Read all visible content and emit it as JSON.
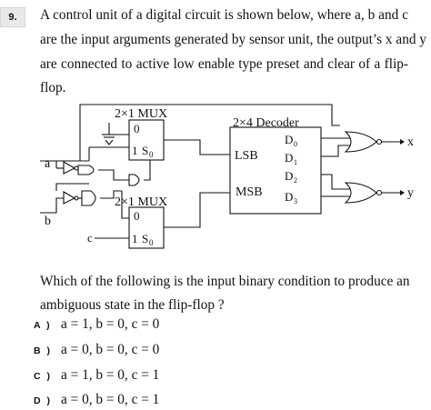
{
  "question": {
    "number": "9.",
    "lines": [
      "A control unit of a digital circuit is shown below, where a, b and c",
      "are the input arguments generated by sensor unit, the output’s x and y",
      "are connected to active low enable type preset and clear of a flip-",
      "flop."
    ],
    "prompt_lines": [
      "Which of the following is the input binary condition to produce an",
      "ambiguous state in the flip-flop ?"
    ]
  },
  "diagram": {
    "mux_top_title": "2×1 MUX",
    "mux_top_in0": "0",
    "mux_top_in1": "1",
    "mux_top_sel": "S",
    "mux_top_sel_sub": "0",
    "mux_bot_title": "2×1 MUX",
    "mux_bot_in0": "0",
    "mux_bot_in1": "1",
    "mux_bot_sel": "S",
    "mux_bot_sel_sub": "0",
    "decoder_title": "2×4 Decoder",
    "decoder_lsb": "LSB",
    "decoder_msb": "MSB",
    "d0": "D",
    "d0_sub": "0",
    "d1": "D",
    "d1_sub": "1",
    "d2": "D",
    "d2_sub": "2",
    "d3": "D",
    "d3_sub": "3",
    "input_a": "a",
    "input_b": "b",
    "input_c": "c",
    "output_x": "x",
    "output_y": "y"
  },
  "options": [
    {
      "letter": "A )",
      "text": "a = 1, b = 0, c = 0"
    },
    {
      "letter": "B )",
      "text": "a = 0, b = 0, c = 0"
    },
    {
      "letter": "C )",
      "text": "a = 1, b = 0, c = 1"
    },
    {
      "letter": "D )",
      "text": "a = 0, b = 0, c = 1"
    }
  ]
}
